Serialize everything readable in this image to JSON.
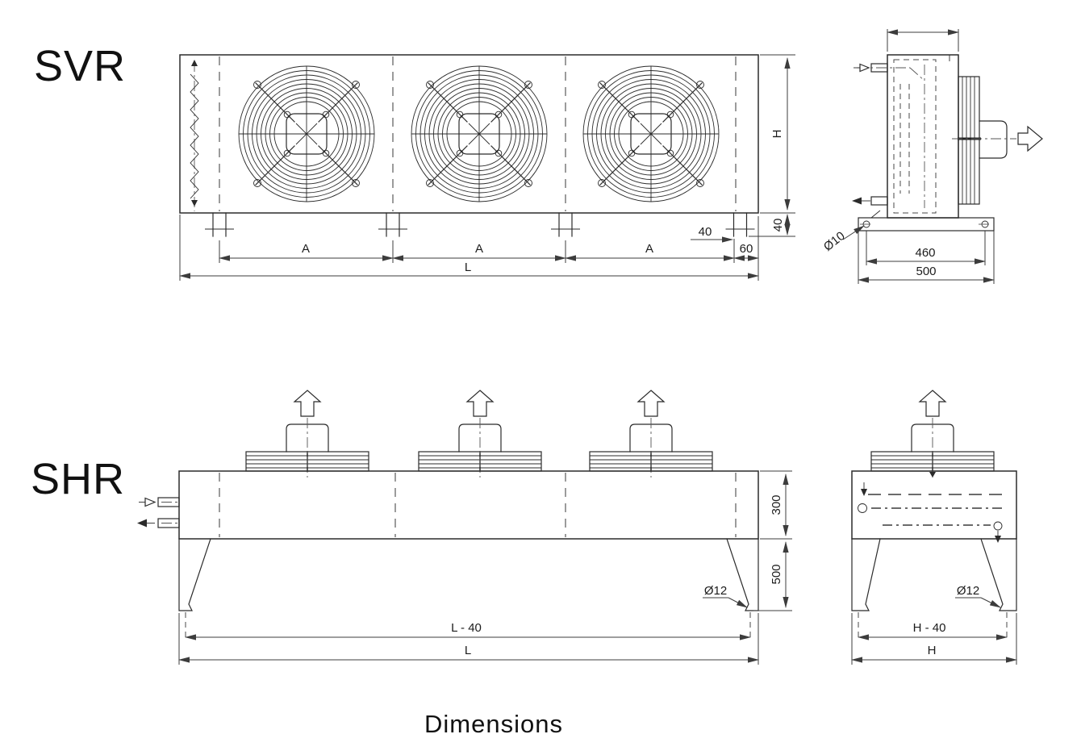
{
  "page": {
    "caption": "Dimensions",
    "background": "#ffffff",
    "line_color": "#2b2b2b",
    "dimension_color": "#3c3c3c"
  },
  "svr": {
    "label": "SVR",
    "front": {
      "dim_fan_pitch": "A",
      "dim_overall_length": "L",
      "dim_overall_height": "H",
      "dim_foot_width": "40",
      "dim_foot_height": "40",
      "dim_end_offset": "60"
    },
    "side": {
      "dim_bolt_spacing": "460",
      "dim_base_width": "500",
      "dim_hole_diameter": "Ø10"
    }
  },
  "shr": {
    "label": "SHR",
    "front": {
      "dim_body_height": "300",
      "dim_leg_height": "500",
      "dim_hole_diameter": "Ø12",
      "dim_foot_span": "L - 40",
      "dim_overall_length": "L"
    },
    "side": {
      "dim_hole_diameter": "Ø12",
      "dim_foot_span": "H - 40",
      "dim_overall_width": "H"
    }
  }
}
